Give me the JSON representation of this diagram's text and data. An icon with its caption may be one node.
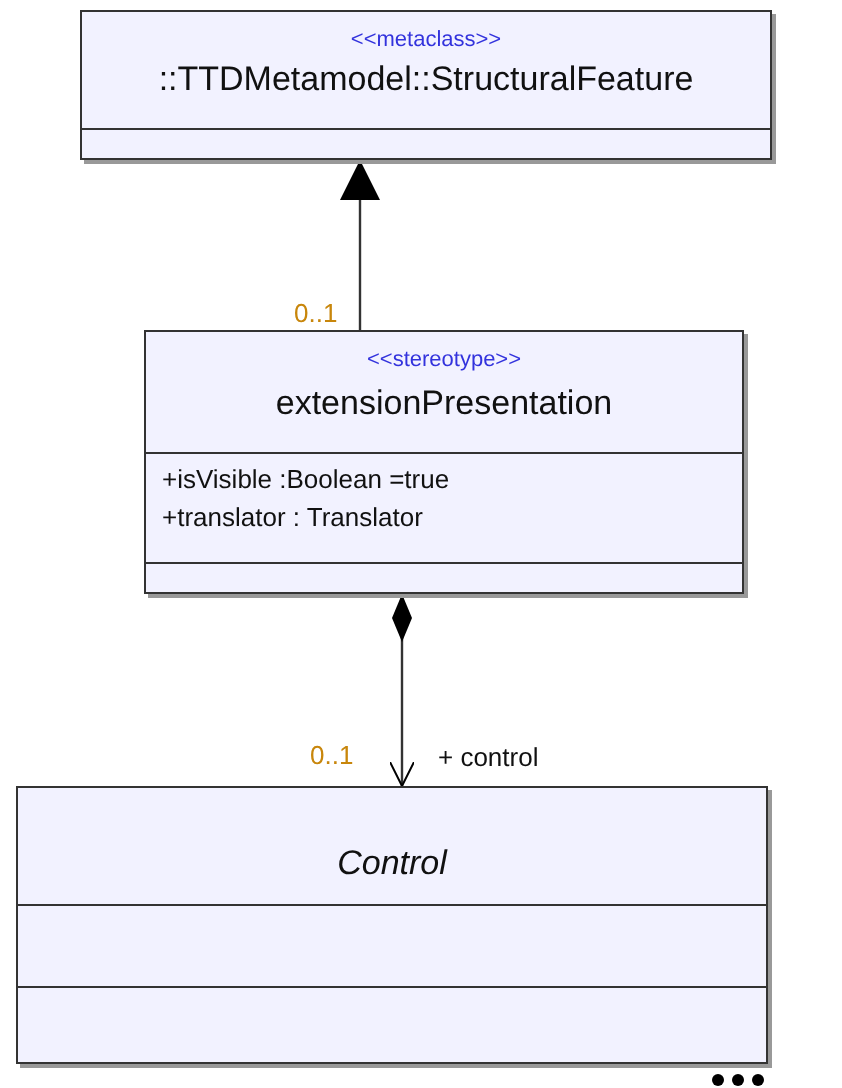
{
  "diagram": {
    "nodes": [
      {
        "text": [
          "<<metaclass>>",
          "::TTDMetamodel::StructuralFeature"
        ]
      },
      {
        "text": [
          "<<stereotype>>",
          "extensionPresentation",
          "+isVisible :Boolean =true",
          "+translator : Translator"
        ]
      },
      {
        "text": [
          "Control"
        ]
      }
    ],
    "edges": [
      {
        "from": 1,
        "to": 0,
        "arrow": "to"
      },
      {
        "from": 1,
        "to": 2,
        "arrow": "to",
        "label": "+ control"
      }
    ],
    "labels": [
      "0..1",
      "0..1"
    ]
  }
}
